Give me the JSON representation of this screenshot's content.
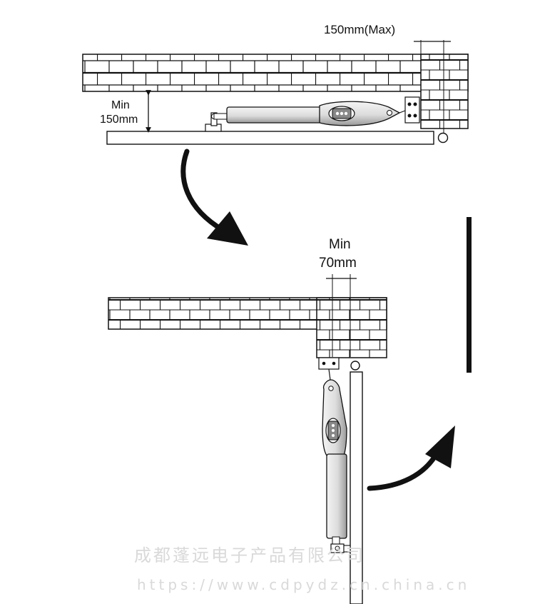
{
  "top_view": {
    "max_label": "150mm(Max)",
    "min_label_line1": "Min",
    "min_label_line2": "150mm"
  },
  "bottom_view": {
    "min_label_line1": "Min",
    "min_label_line2": "70mm"
  },
  "watermark": {
    "company": "成都蓬远电子产品有限公司",
    "url": "https://www.cdpydz.cn.china.cn"
  },
  "colors": {
    "line": "#111111",
    "brick_fill": "#ffffff",
    "actuator_fill": "#eeeeee",
    "actuator_shade": "#cfcfcf",
    "arrow": "#111111",
    "watermark": "#d9d9d9"
  }
}
